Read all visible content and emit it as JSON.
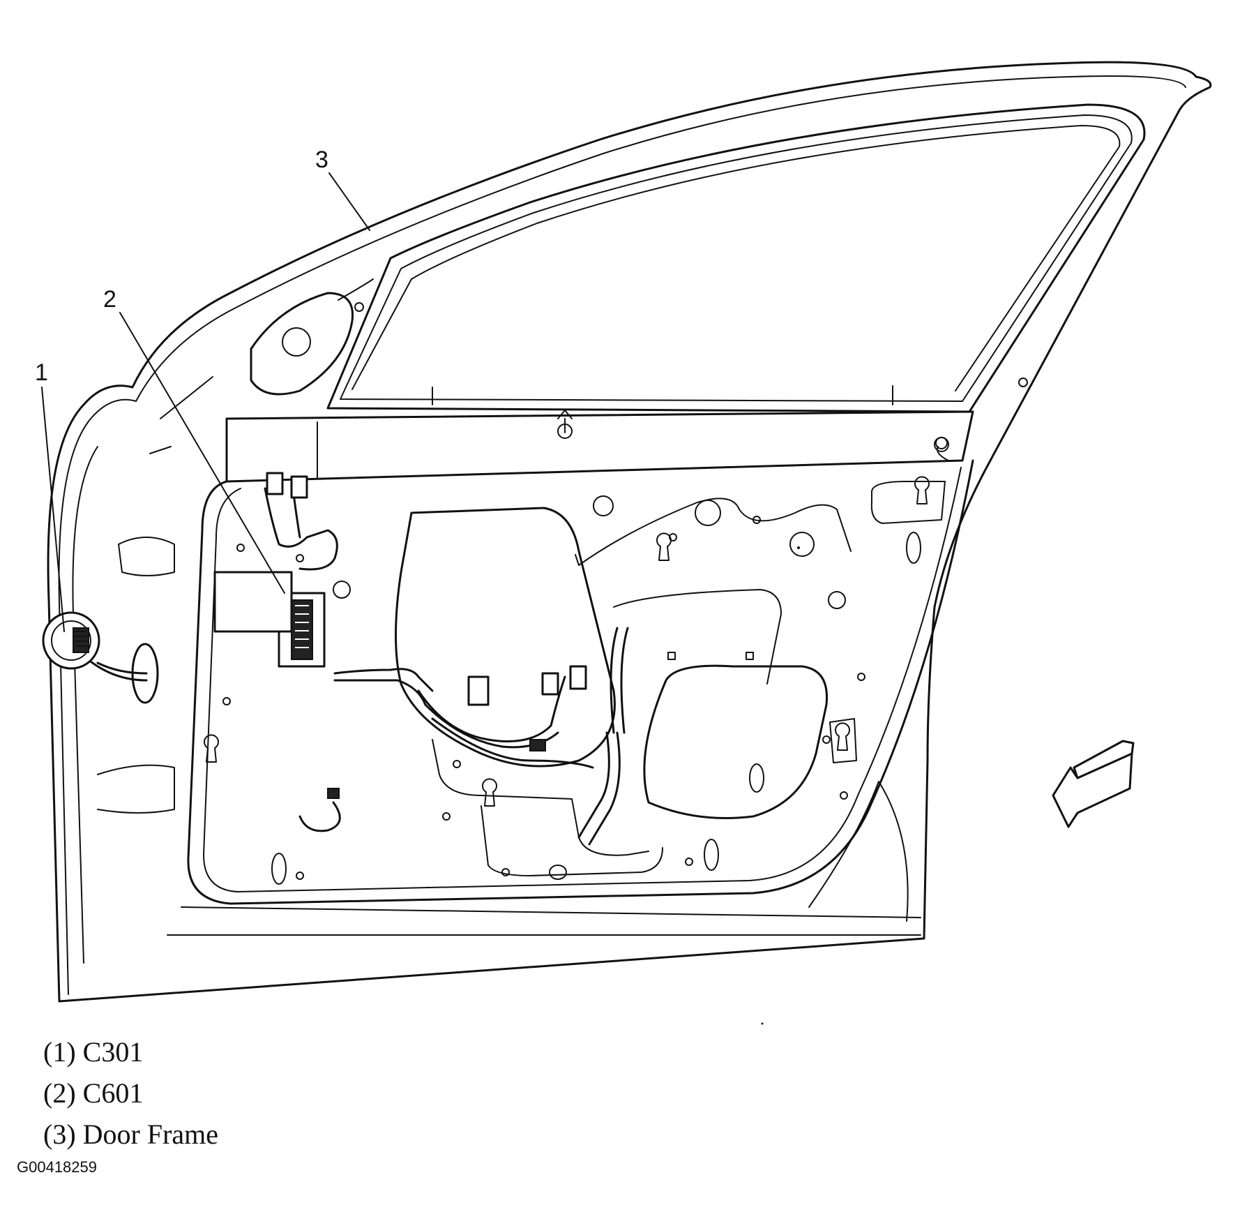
{
  "callouts": [
    {
      "id": "1",
      "text": "1"
    },
    {
      "id": "2",
      "text": "2"
    },
    {
      "id": "3",
      "text": "3"
    }
  ],
  "legend": [
    {
      "text": "(1) C301"
    },
    {
      "text": "(2) C601"
    },
    {
      "text": "(3) Door Frame"
    }
  ],
  "figure_id": "G00418259",
  "icons": [
    "connector-c301-icon",
    "connector-c601-icon",
    "door-frame-drawing",
    "direction-arrow-icon"
  ]
}
